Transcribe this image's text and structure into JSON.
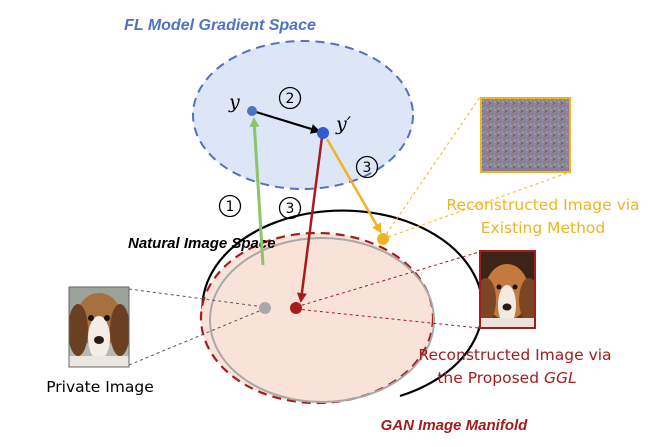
{
  "labels": {
    "gradient_space": "FL Model Gradient Space",
    "natural_image_space": "Natural Image Space",
    "gan_manifold": "GAN Image Manifold",
    "y": "y",
    "y_prime": "y′",
    "step1": "1",
    "step2": "2",
    "step3a": "3",
    "step3b": "3",
    "existing_line1": "Reconstructed Image via",
    "existing_line2": "Existing Method",
    "proposed_line1": "Reconstructed Image via",
    "proposed_line2_prefix": "the Proposed ",
    "proposed_line2_method": "GGL",
    "private_image": "Private Image"
  },
  "colors": {
    "blue": "#4f72c4",
    "blue_fill": "#dde6f6",
    "green": "#8cc36b",
    "gold": "#f0b323",
    "dark_red": "#a51c1c",
    "gray": "#a8a8a8",
    "peach_fill": "#f9e3d9",
    "black": "#000000"
  }
}
